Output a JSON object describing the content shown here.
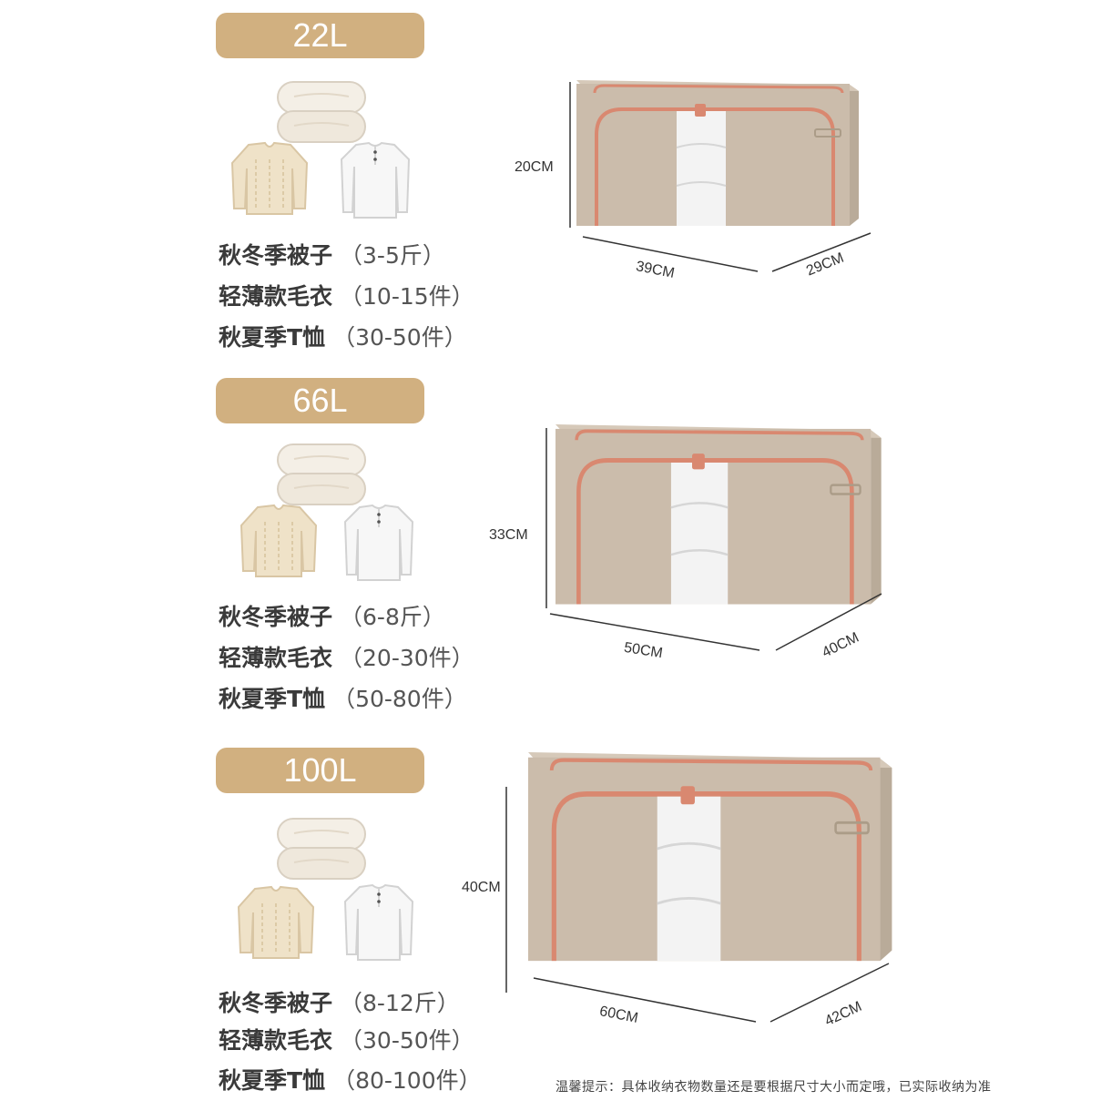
{
  "sections": [
    {
      "size_label": "22L",
      "items": [
        {
          "name": "秋冬季被子",
          "qty": "（3-5斤）"
        },
        {
          "name": "轻薄款毛衣",
          "qty": "（10-15件）"
        },
        {
          "name": "秋夏季T恤",
          "qty": "（30-50件）"
        }
      ],
      "dims": {
        "height": "20CM",
        "width": "39CM",
        "depth": "29CM"
      }
    },
    {
      "size_label": "66L",
      "items": [
        {
          "name": "秋冬季被子",
          "qty": "（6-8斤）"
        },
        {
          "name": "轻薄款毛衣",
          "qty": "（20-30件）"
        },
        {
          "name": "秋夏季T恤",
          "qty": "（50-80件）"
        }
      ],
      "dims": {
        "height": "33CM",
        "width": "50CM",
        "depth": "40CM"
      }
    },
    {
      "size_label": "100L",
      "items": [
        {
          "name": "秋冬季被子",
          "qty": "（8-12斤）"
        },
        {
          "name": "轻薄款毛衣",
          "qty": "（30-50件）"
        },
        {
          "name": "秋夏季T恤",
          "qty": "（80-100件）"
        }
      ],
      "dims": {
        "height": "40CM",
        "width": "60CM",
        "depth": "42CM"
      }
    }
  ],
  "footer_note": "温馨提示：具体收纳衣物数量还是要根据尺寸大小而定哦，已实际收纳为准",
  "colors": {
    "label_bg": "#d1b080",
    "box_fabric": "#cbbcab",
    "zipper": "#d98870"
  },
  "icons": [
    "quilt-icon",
    "sweater-icon",
    "tshirt-icon"
  ]
}
